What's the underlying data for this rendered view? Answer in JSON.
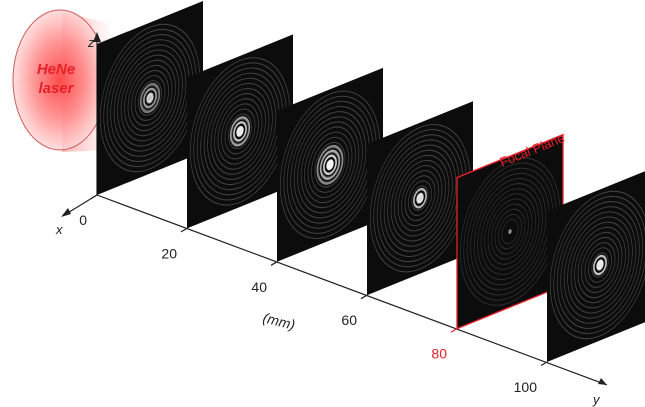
{
  "laser": {
    "line1": "HeNe",
    "line2": "laser"
  },
  "axes": {
    "x_label": "x",
    "y_label": "y",
    "z_label": "z",
    "unit_label": "(mm)"
  },
  "ticks": [
    {
      "label": "0",
      "highlight": false
    },
    {
      "label": "20",
      "highlight": false
    },
    {
      "label": "40",
      "highlight": false
    },
    {
      "label": "60",
      "highlight": false
    },
    {
      "label": "80",
      "highlight": true
    },
    {
      "label": "100",
      "highlight": false
    }
  ],
  "planes": [
    {
      "position_mm": 0,
      "central_rings": 3,
      "spot_brightness": 0.75
    },
    {
      "position_mm": 20,
      "central_rings": 3,
      "spot_brightness": 0.9
    },
    {
      "position_mm": 40,
      "central_rings": 4,
      "spot_brightness": 0.95
    },
    {
      "position_mm": 60,
      "central_rings": 2,
      "spot_brightness": 0.85
    },
    {
      "position_mm": 80,
      "central_rings": 0,
      "spot_brightness": 0.55,
      "focal": true
    },
    {
      "position_mm": 100,
      "central_rings": 2,
      "spot_brightness": 0.9
    }
  ],
  "focal_plane_label": "Focal Plane",
  "colors": {
    "highlight": "#e8202a",
    "plane_bg": "#0c0c0c",
    "laser": "#ff3b3b",
    "axis": "#222222"
  }
}
